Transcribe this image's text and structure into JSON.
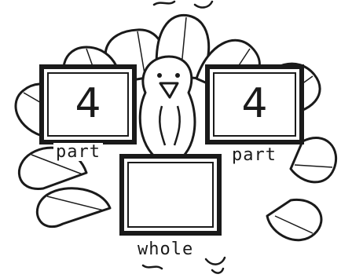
{
  "left_part": {
    "number": "4",
    "label": "part"
  },
  "right_part": {
    "number": "4",
    "label": "part"
  },
  "whole": {
    "number": "",
    "label": "whole"
  }
}
